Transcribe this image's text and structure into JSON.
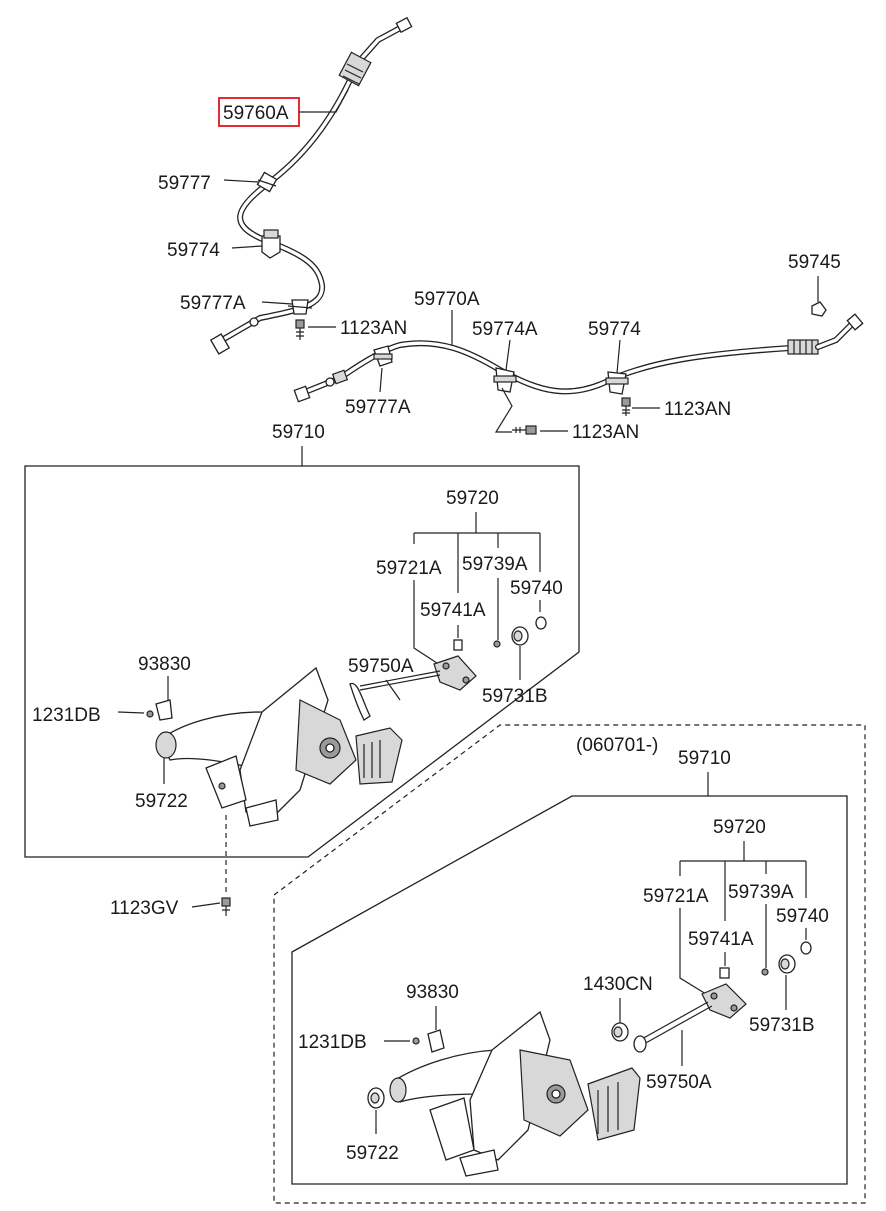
{
  "highlighted_part": "59760A",
  "upper": {
    "labels": {
      "cable_left": "59760A",
      "clip_upper": "59777",
      "clamp_left": "59774",
      "clip_left_lower": "59777A",
      "bolt_left": "1123AN",
      "cable_right": "59770A",
      "clip_right": "59777A",
      "clamp_mid": "59774A",
      "clamp_right": "59774",
      "bolt_right": "1123AN",
      "bolt_mid": "1123AN",
      "retainer": "59745"
    }
  },
  "assembly_a": {
    "labels": {
      "lever_assy": "59710",
      "switch_group": "59720",
      "switch": "59721A",
      "pin": "59739A",
      "cap": "59740",
      "screw": "59741A",
      "bushing": "59731B",
      "rod": "59750A",
      "clip": "93830",
      "screw_clip": "1231DB",
      "grip": "59722",
      "bolt": "1123GV"
    }
  },
  "assembly_b": {
    "note": "(060701-)",
    "labels": {
      "lever_assy": "59710",
      "switch_group": "59720",
      "switch": "59721A",
      "pin": "59739A",
      "cap": "59740",
      "screw": "59741A",
      "bushing_small": "1430CN",
      "bushing": "59731B",
      "rod": "59750A",
      "clip": "93830",
      "screw_clip": "1231DB",
      "grip": "59722"
    }
  }
}
